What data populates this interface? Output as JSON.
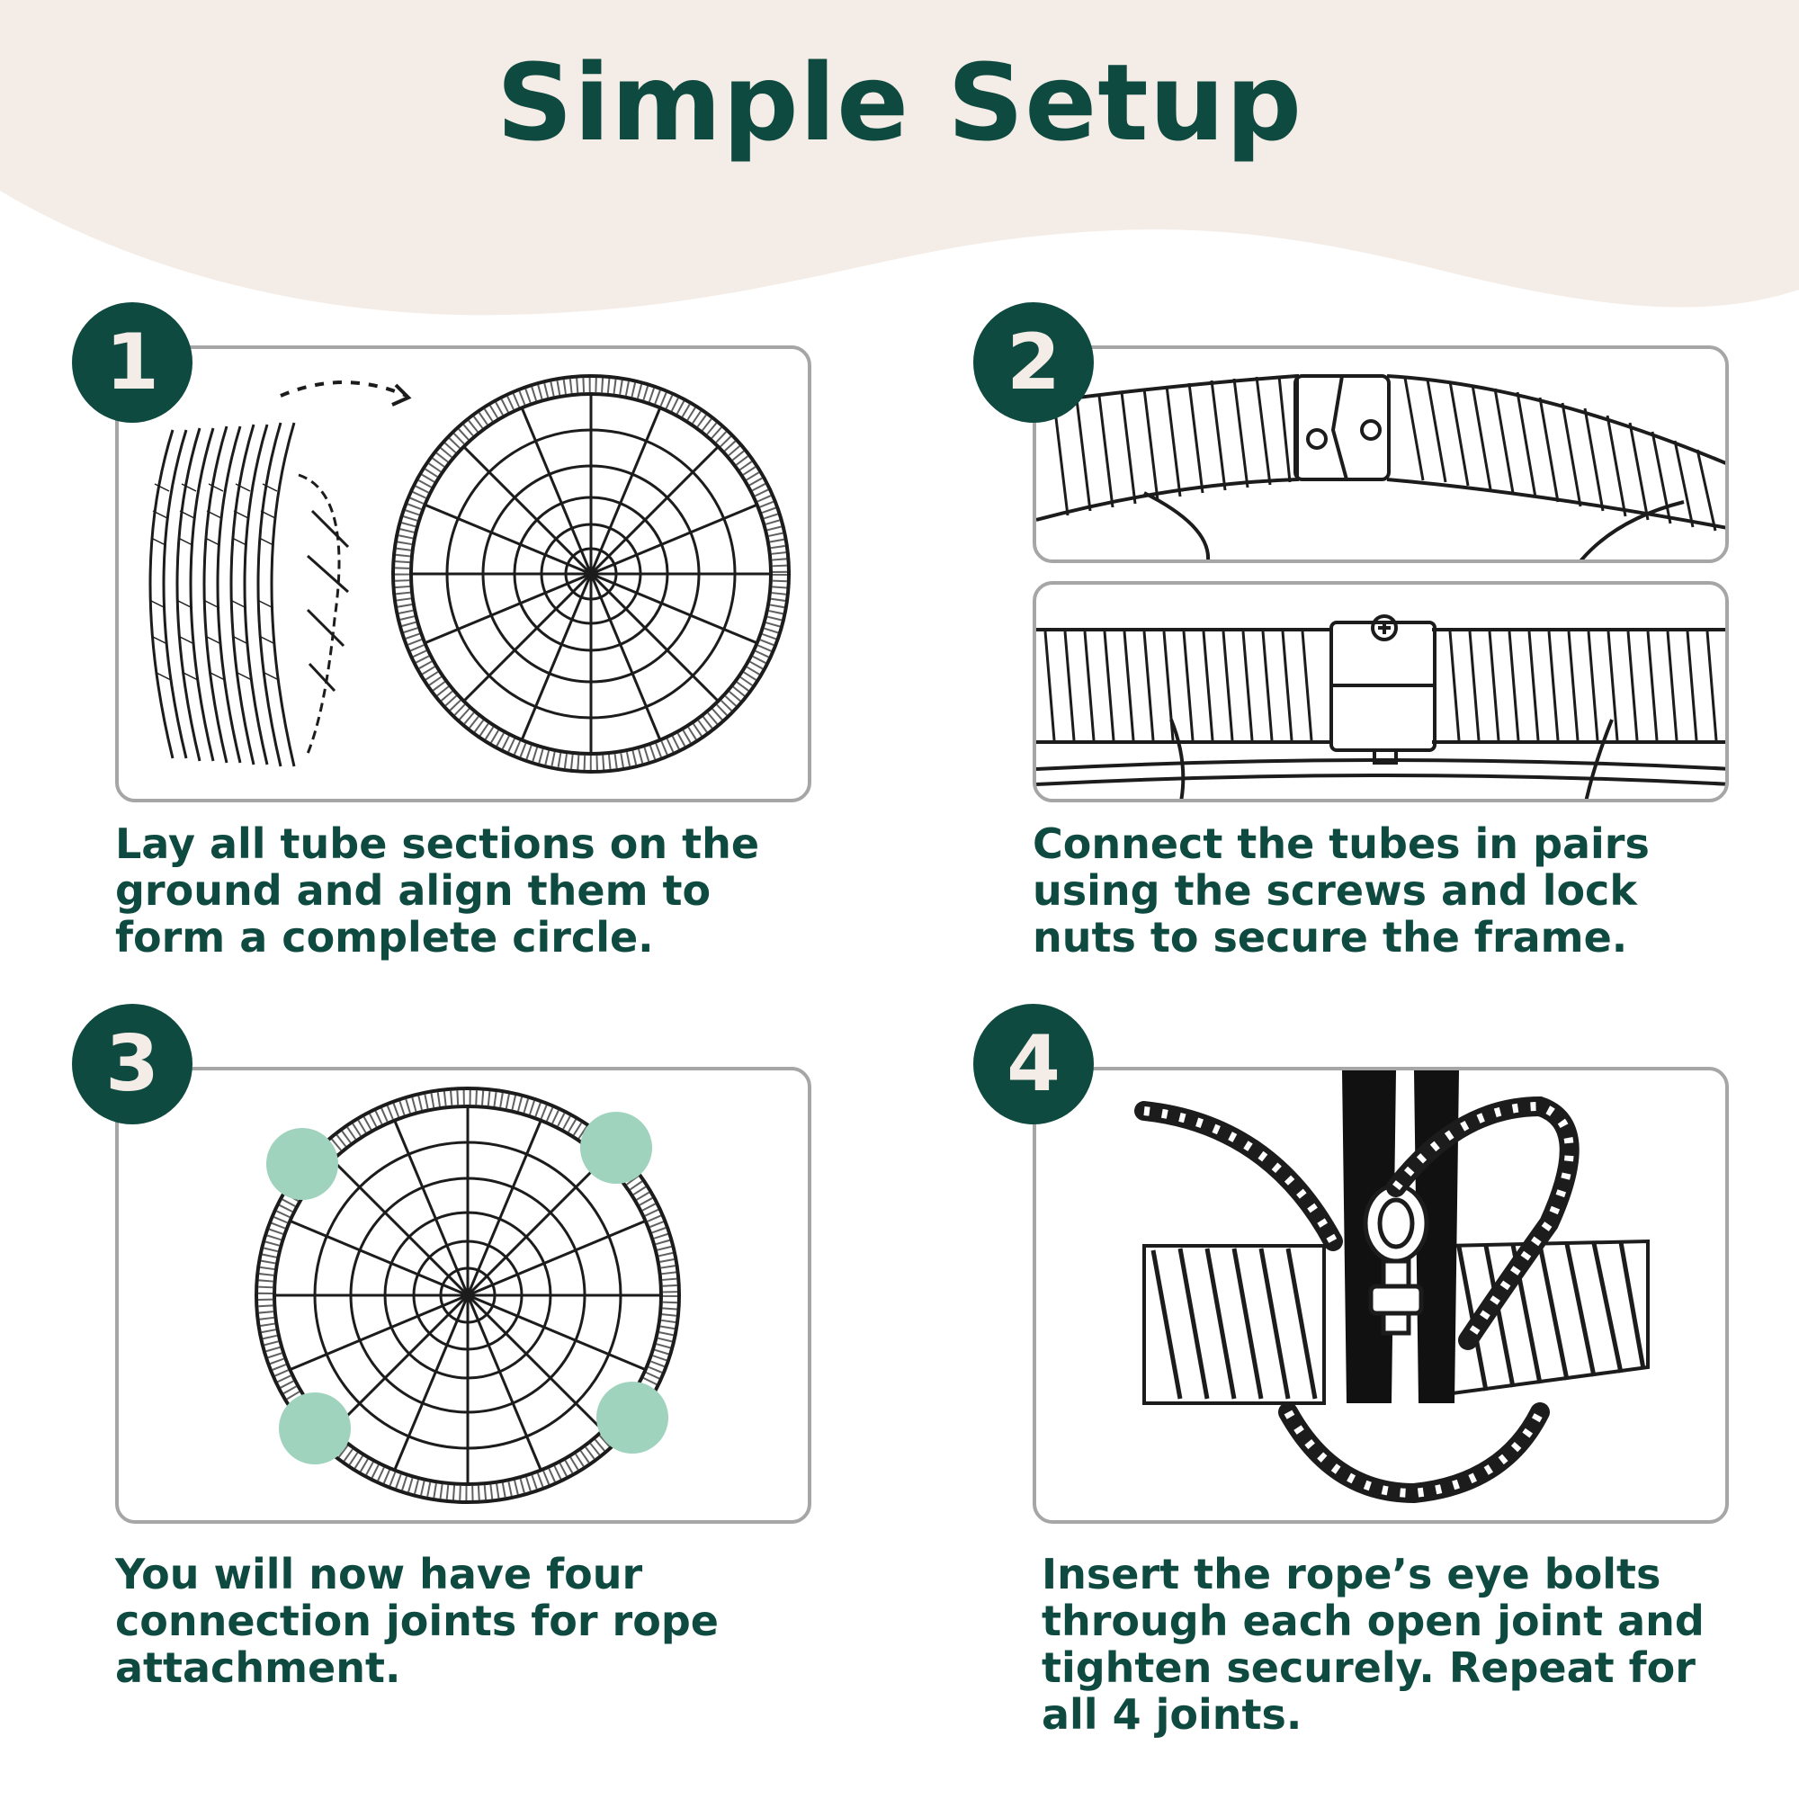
{
  "colors": {
    "dark": "#0f4a40",
    "cream": "#f4ece6",
    "mint": "#9fd3bd",
    "line": "#1c1c1c"
  },
  "header": {
    "title": "Simple Setup"
  },
  "steps": [
    {
      "number": "1",
      "caption": "Lay all tube sections on the ground and align them to form a complete circle.",
      "illustration": [
        "curved-tube-sections",
        "dotted-arrow-icon",
        "assembled-net-ring"
      ]
    },
    {
      "number": "2",
      "caption": "Connect the tubes in pairs using the screws and lock nuts to secure the frame.",
      "illustration": [
        "tube-connector-open",
        "tube-connector-screwed"
      ]
    },
    {
      "number": "3",
      "caption": "You will now have four connection joints for rope attachment.",
      "illustration": [
        "net-ring-with-joint-markers"
      ]
    },
    {
      "number": "4",
      "caption": "Insert the rope’s eye bolts through each open joint and tighten securely. Repeat for all 4 joints.",
      "illustration": [
        "eye-bolt-rope-loop"
      ]
    }
  ]
}
